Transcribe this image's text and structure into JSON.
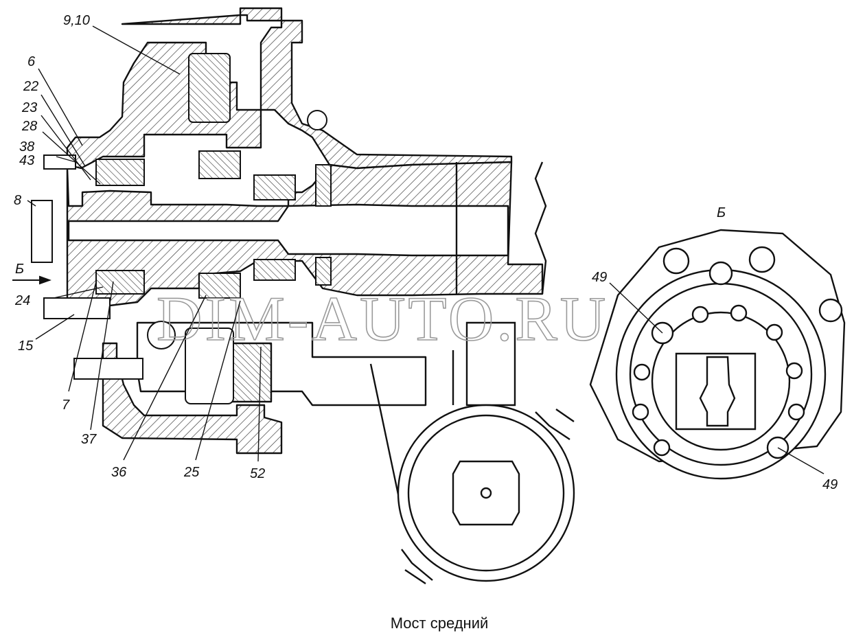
{
  "caption": "Мост средний",
  "watermark": "DIM-AUTO.RU",
  "view_label": "Б",
  "arrow_label": "Б",
  "callouts": {
    "c9_10": "9,10",
    "c6": "6",
    "c22": "22",
    "c23": "23",
    "c28": "28",
    "c38": "38",
    "c43": "43",
    "c8": "8",
    "c24": "24",
    "c15": "15",
    "c7": "7",
    "c37": "37",
    "c36": "36",
    "c25": "25",
    "c52": "52",
    "c49a": "49",
    "c49b": "49"
  },
  "colors": {
    "line": "#111111",
    "hatch": "#333333",
    "watermark": "#9a9a9a"
  }
}
